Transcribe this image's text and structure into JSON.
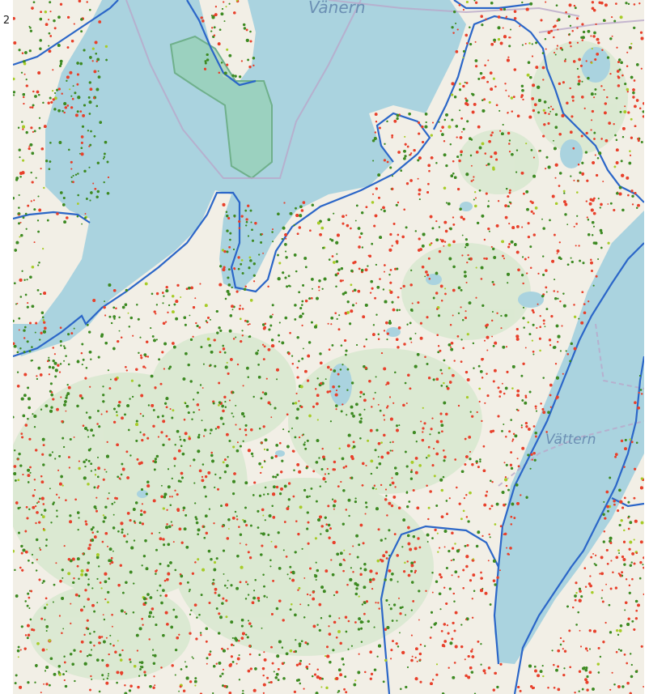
{
  "lakes": {
    "vanern": {
      "label": "Vänern"
    },
    "vattern": {
      "label": "Vättern"
    }
  },
  "edge_fragment": "2",
  "colors": {
    "land": "#f2efe6",
    "forest": "#d8e8cf",
    "water": "#aad3df",
    "border": "#2b66c8",
    "district": "#b9a7c9",
    "protected": "#94cfae",
    "dot_red": "#e8402b",
    "dot_green": "#3d8a22",
    "dot_lime": "#a7cc28"
  }
}
